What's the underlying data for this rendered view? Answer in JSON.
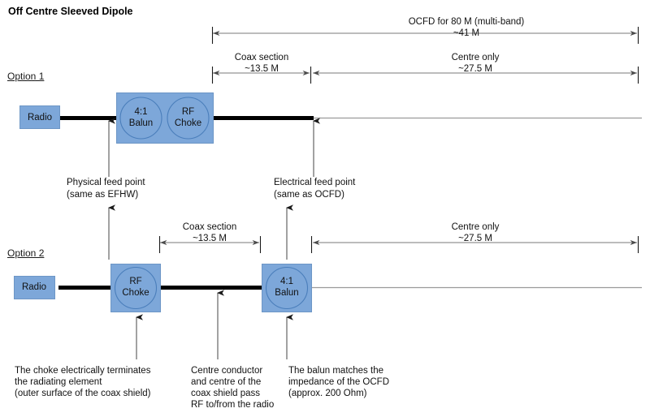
{
  "page": {
    "title": "Off Centre Sleeved Dipole",
    "background": "#ffffff"
  },
  "colors": {
    "component_fill": "#7da7d9",
    "component_stroke": "#4a7ebb",
    "wire_thick": "#000000",
    "wire_thin": "#9a9a9a",
    "dimension_line": "#7a7a7a",
    "text": "#111111"
  },
  "options": {
    "option1_label": "Option 1",
    "option2_label": "Option 2"
  },
  "dimensions": {
    "overall": {
      "line1": "OCFD for 80 M (multi-band)",
      "line2": "~41 M"
    },
    "coax_top": {
      "line1": "Coax section",
      "line2": "~13.5 M"
    },
    "centre_top": {
      "line1": "Centre only",
      "line2": "~27.5 M"
    },
    "coax_bottom": {
      "line1": "Coax section",
      "line2": "~13.5 M"
    },
    "centre_bottom": {
      "line1": "Centre only",
      "line2": "~27.5 M"
    }
  },
  "components": {
    "radio1": "Radio",
    "radio2": "Radio",
    "balun1_line1": "4:1",
    "balun1_line2": "Balun",
    "choke1_line1": "RF",
    "choke1_line2": "Choke",
    "choke2_line1": "RF",
    "choke2_line2": "Choke",
    "balun2_line1": "4:1",
    "balun2_line2": "Balun"
  },
  "annotations": {
    "physical_feed": {
      "line1": "Physical feed point",
      "line2": "(same as EFHW)"
    },
    "electrical_feed": {
      "line1": "Electrical feed point",
      "line2": "(same as OCFD)"
    },
    "choke_note": {
      "line1": "The choke electrically terminates",
      "line2": "the radiating element",
      "line3": "(outer surface of the coax shield)"
    },
    "centre_conductor_note": {
      "line1": "Centre conductor",
      "line2": "and centre of the",
      "line3": "coax shield pass",
      "line4": "RF to/from the radio"
    },
    "balun_note": {
      "line1": "The balun matches the",
      "line2": "impedance of the OCFD",
      "line3": "(approx. 200 Ohm)"
    }
  }
}
